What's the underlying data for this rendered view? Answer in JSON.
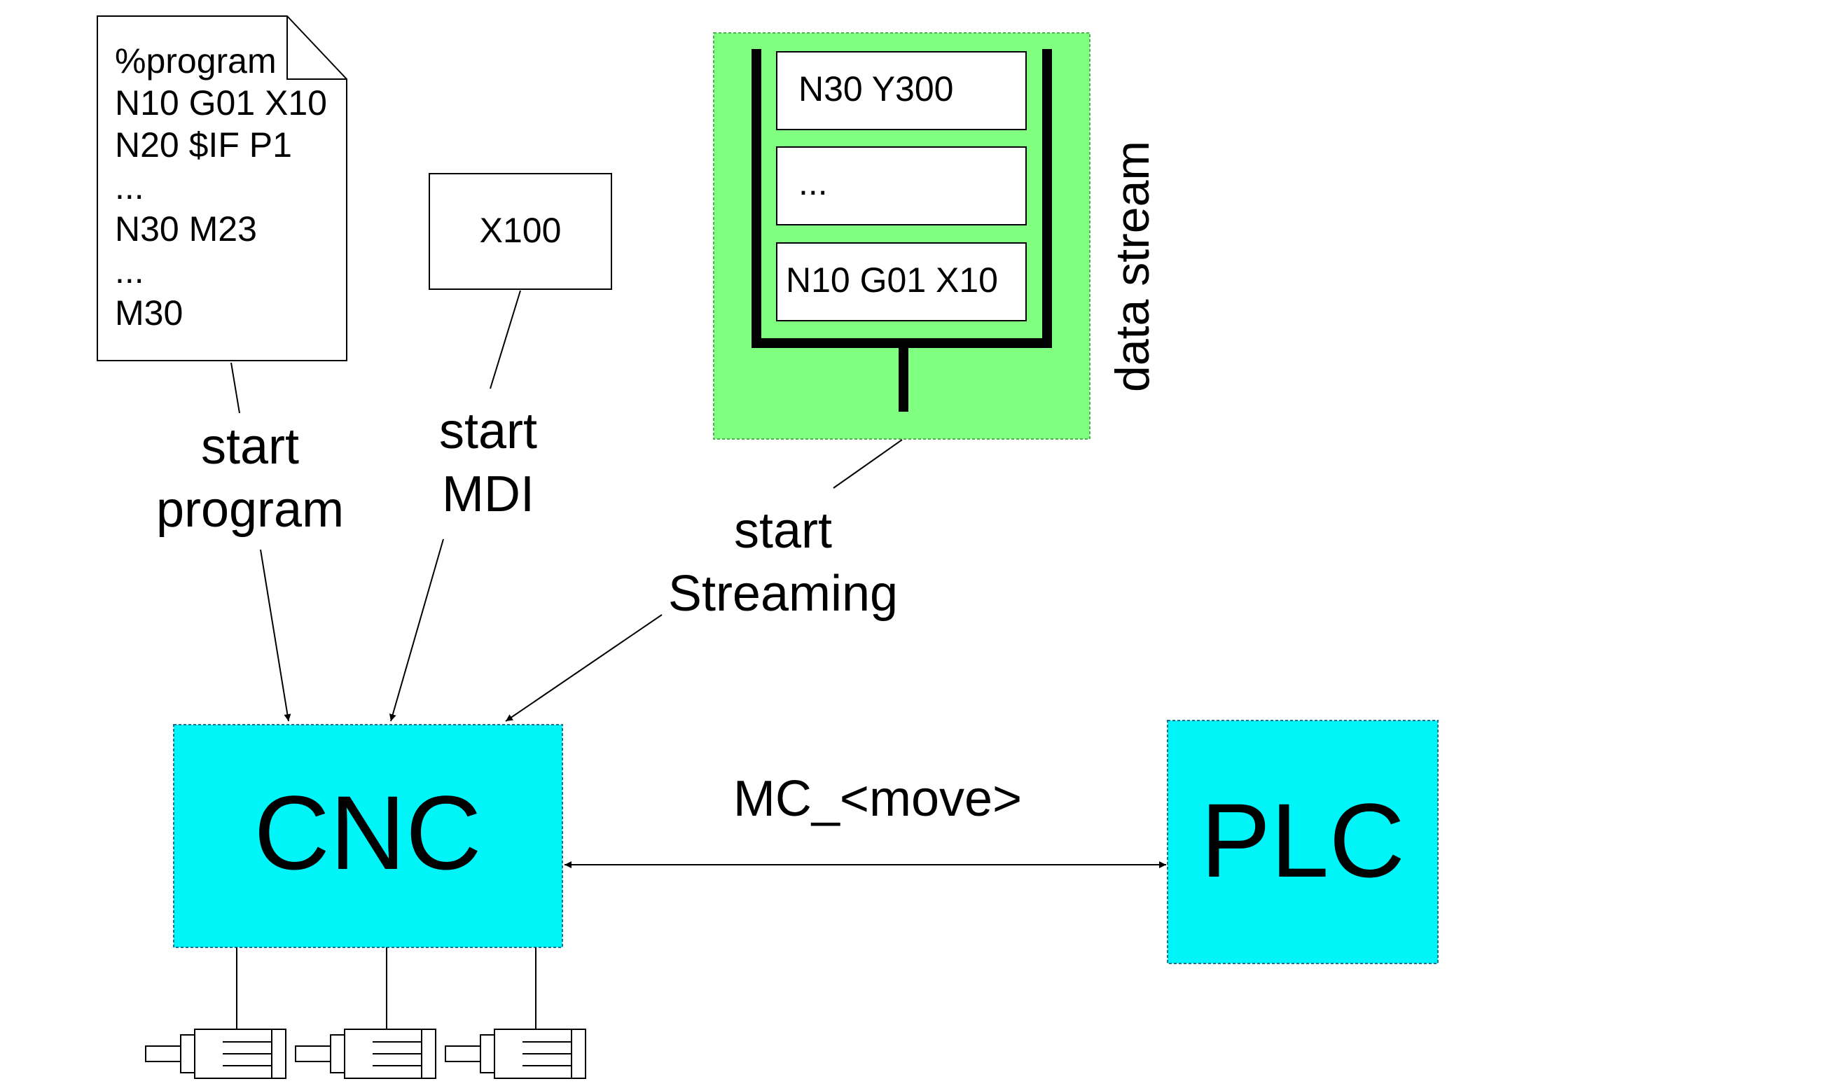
{
  "program_file": {
    "lines": [
      "%program",
      "N10 G01 X10",
      "N20 $IF P1",
      "...",
      "N30 M23",
      "...",
      "M30"
    ]
  },
  "mdi_box": {
    "text": "X100"
  },
  "stream_box": {
    "items": [
      "N30 Y300",
      "...",
      "N10 G01 X10"
    ],
    "side_label": "data stream"
  },
  "labels": {
    "start_program": [
      "start",
      "program"
    ],
    "start_mdi": [
      "start",
      "MDI"
    ],
    "start_streaming": [
      "start",
      "Streaming"
    ],
    "mc_move": "MC_<move>"
  },
  "cnc": {
    "label": "CNC"
  },
  "plc": {
    "label": "PLC"
  },
  "colors": {
    "block_fill": "#00f5f9",
    "stream_fill": "#80ff80",
    "line": "#000000"
  },
  "motor_count": 3
}
